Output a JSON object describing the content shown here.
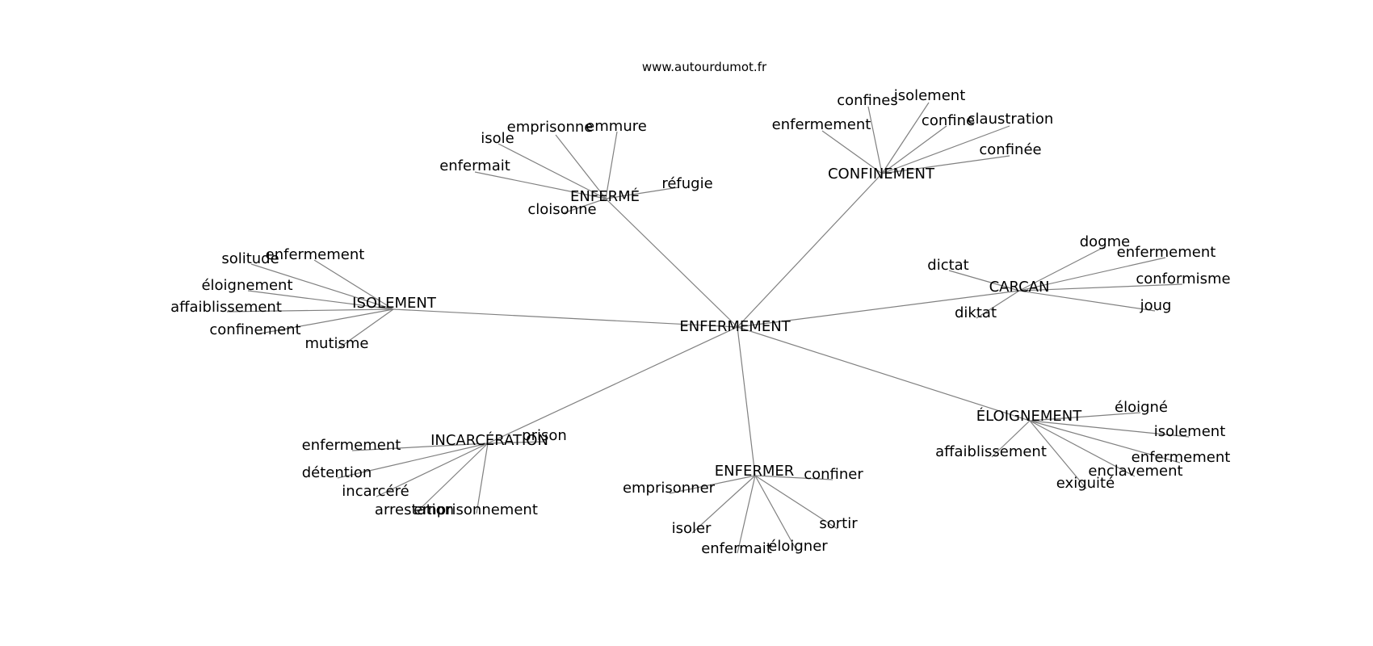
{
  "site_label": "www.autourdumot.fr",
  "graph": {
    "root": {
      "id": "enfermement",
      "label": "ENFERMEMENT",
      "children": [
        {
          "id": "enferme-hub",
          "label": "ENFERMÉ",
          "children": [
            {
              "id": "w-emprisonne",
              "label": "emprisonne"
            },
            {
              "id": "w-emmure",
              "label": "emmure"
            },
            {
              "id": "w-isole",
              "label": "isole"
            },
            {
              "id": "w-enfermait-1",
              "label": "enfermait"
            },
            {
              "id": "w-refugie",
              "label": "réfugie"
            },
            {
              "id": "w-cloisonne",
              "label": "cloisonne"
            }
          ]
        },
        {
          "id": "confinement-hub",
          "label": "CONFINEMENT",
          "children": [
            {
              "id": "w-confines",
              "label": "confines"
            },
            {
              "id": "w-isolement-1",
              "label": "isolement"
            },
            {
              "id": "w-enfermement-1",
              "label": "enfermement"
            },
            {
              "id": "w-confine",
              "label": "confine"
            },
            {
              "id": "w-claustration",
              "label": "claustration"
            },
            {
              "id": "w-confinee",
              "label": "confinée"
            }
          ]
        },
        {
          "id": "isolement-hub",
          "label": "ISOLEMENT",
          "children": [
            {
              "id": "w-solitude",
              "label": "solitude"
            },
            {
              "id": "w-enfermement-2",
              "label": "enfermement"
            },
            {
              "id": "w-eloignement-1",
              "label": "éloignement"
            },
            {
              "id": "w-affaiblissement-1",
              "label": "affaiblissement"
            },
            {
              "id": "w-confinement",
              "label": "confinement"
            },
            {
              "id": "w-mutisme",
              "label": "mutisme"
            }
          ]
        },
        {
          "id": "carcan-hub",
          "label": "CARCAN",
          "children": [
            {
              "id": "w-dogme",
              "label": "dogme"
            },
            {
              "id": "w-enfermement-3",
              "label": "enfermement"
            },
            {
              "id": "w-dictat",
              "label": "dictat"
            },
            {
              "id": "w-conformisme",
              "label": "conformisme"
            },
            {
              "id": "w-diktat",
              "label": "diktat"
            },
            {
              "id": "w-joug",
              "label": "joug"
            }
          ]
        },
        {
          "id": "incarceration-hub",
          "label": "INCARCÉRATION",
          "children": [
            {
              "id": "w-prison",
              "label": "prison"
            },
            {
              "id": "w-enfermement-4",
              "label": "enfermement"
            },
            {
              "id": "w-detention",
              "label": "détention"
            },
            {
              "id": "w-incarcere",
              "label": "incarcéré"
            },
            {
              "id": "w-arrestation",
              "label": "arrestation"
            },
            {
              "id": "w-emprisonnement",
              "label": "emprisonnement"
            }
          ]
        },
        {
          "id": "enfermer-hub",
          "label": "ENFERMER",
          "children": [
            {
              "id": "w-emprisonner",
              "label": "emprisonner"
            },
            {
              "id": "w-confiner",
              "label": "confiner"
            },
            {
              "id": "w-isoler",
              "label": "isoler"
            },
            {
              "id": "w-sortir",
              "label": "sortir"
            },
            {
              "id": "w-enfermait-2",
              "label": "enfermait"
            },
            {
              "id": "w-eloigner",
              "label": "éloigner"
            }
          ]
        },
        {
          "id": "eloignement-hub",
          "label": "ÉLOIGNEMENT",
          "children": [
            {
              "id": "w-eloigne",
              "label": "éloigné"
            },
            {
              "id": "w-isolement-2",
              "label": "isolement"
            },
            {
              "id": "w-affaiblissement-2",
              "label": "affaiblissement"
            },
            {
              "id": "w-enfermement-5",
              "label": "enfermement"
            },
            {
              "id": "w-enclavement",
              "label": "enclavement"
            },
            {
              "id": "w-exiguite",
              "label": "exiguité"
            }
          ]
        }
      ]
    }
  }
}
